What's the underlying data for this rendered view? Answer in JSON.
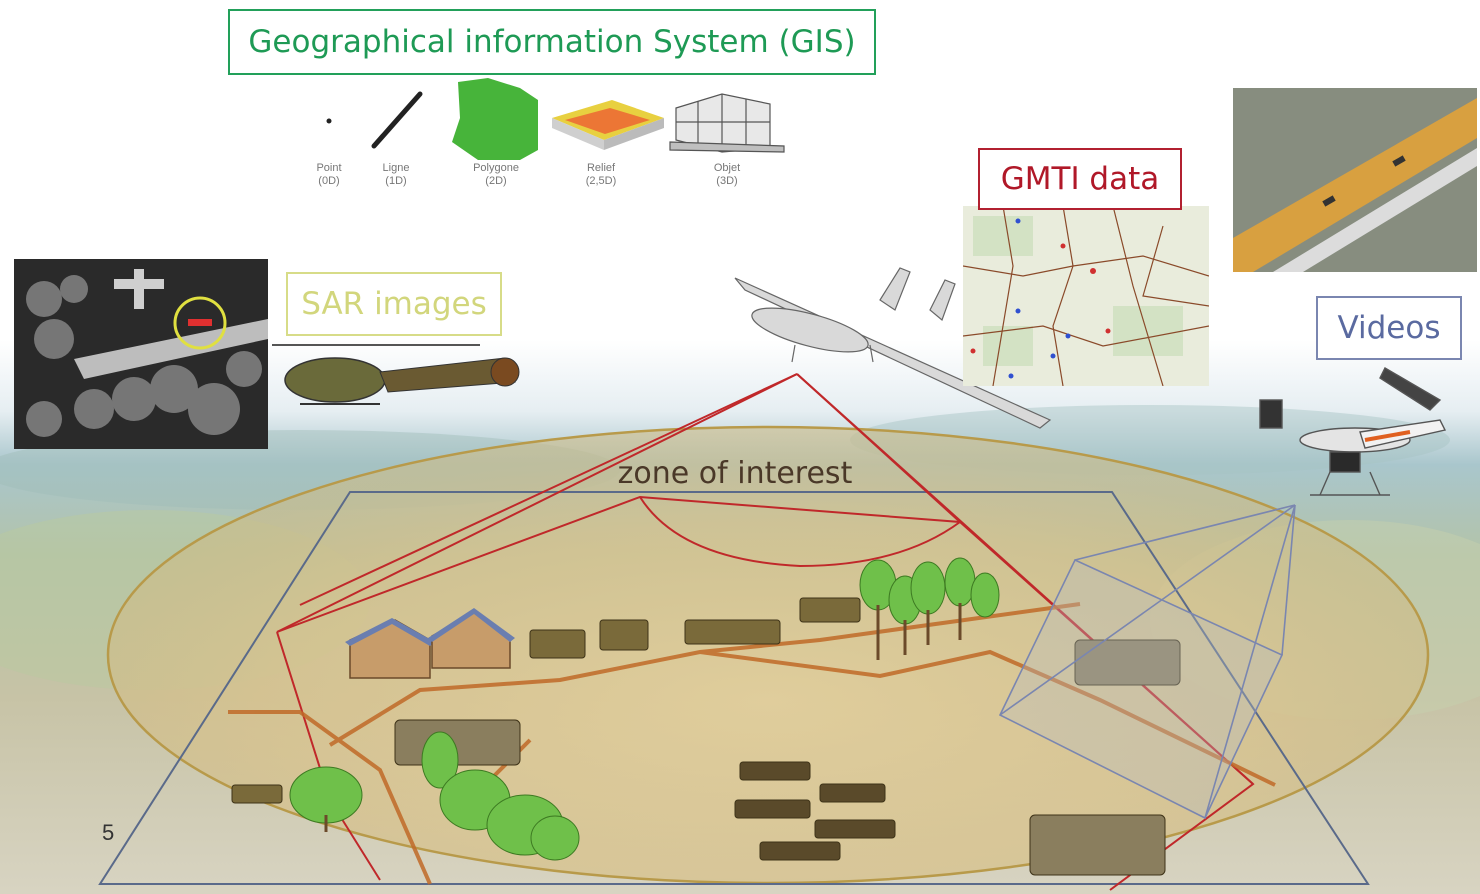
{
  "labels": {
    "gis": "Geographical information System (GIS)",
    "sar": "SAR images",
    "gmti": "GMTI data",
    "videos": "Videos",
    "zone": "zone of interest"
  },
  "gis_types": [
    {
      "name": "Point",
      "dim": "(0D)"
    },
    {
      "name": "Ligne",
      "dim": "(1D)"
    },
    {
      "name": "Polygone",
      "dim": "(2D)"
    },
    {
      "name": "Relief",
      "dim": "(2,5D)"
    },
    {
      "name": "Objet",
      "dim": "(3D)"
    }
  ],
  "slide_number": "5",
  "colors": {
    "gis": "#1e9a55",
    "sar": "#d2d67c",
    "gmti": "#b01828",
    "videos": "#5a6aa0",
    "drone_footprint": "#c0282a",
    "zone_ellipse": "#b89a4a",
    "video_frustum": "#7a86b0"
  }
}
